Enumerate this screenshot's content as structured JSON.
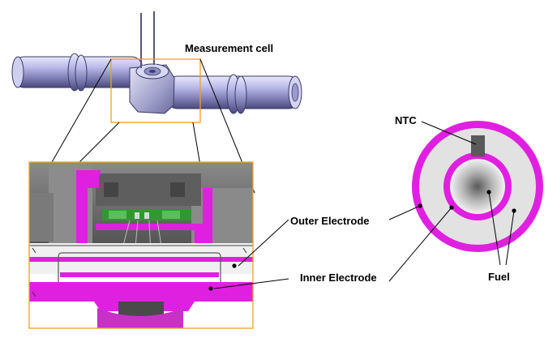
{
  "labels": {
    "measurement_cell": "Measurement cell",
    "outer_electrode": "Outer Electrode",
    "inner_electrode": "Inner Electrode",
    "ntc": "NTC",
    "fuel": "Fuel"
  },
  "colors": {
    "electrode": "#e020e0",
    "pipe": "#b4b4e6",
    "zoom_frame": "#f0a020",
    "pcb": "#2e9a2e",
    "body_gray": "#6e6e6e",
    "cross_section_gray": "#e2e2e2",
    "ntc_sensor": "#5a5a5a"
  }
}
